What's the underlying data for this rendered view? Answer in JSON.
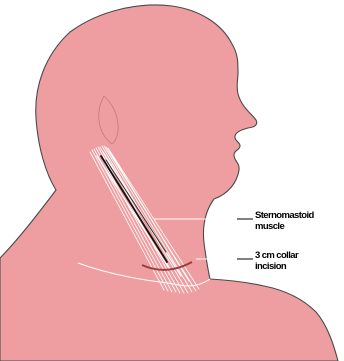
{
  "colors": {
    "skin": "#ee9ea0",
    "outline": "#4a4a4a",
    "muscle_fiber": "#ffffff",
    "muscle_dark": "#111111",
    "incision": "#9a3f3f",
    "leader_line": "#ffffff",
    "callout_line": "#000000"
  },
  "callouts": {
    "muscle": {
      "line1": "Sternomastoid",
      "line2": "muscle"
    },
    "incision": {
      "line1": "3 cm collar",
      "line2": "incision"
    }
  }
}
